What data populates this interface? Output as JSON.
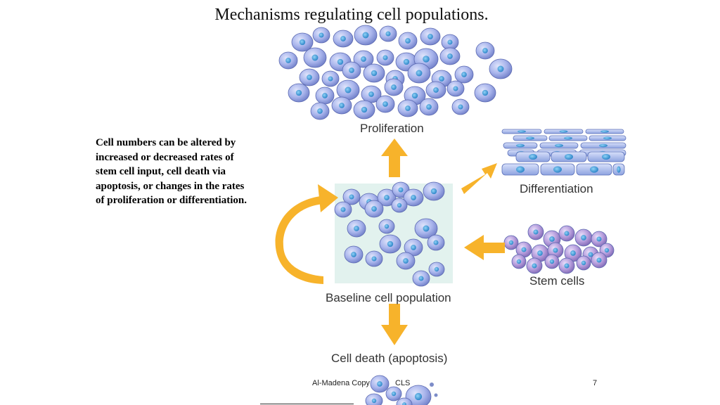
{
  "slide": {
    "title": "Mechanisms regulating cell populations.",
    "body": "Cell numbers can be altered by increased or decreased rates of stem cell input, cell death via apoptosis, or changes in the rates of proliferation or differentiation."
  },
  "diagram": {
    "labels": {
      "proliferation": "Proliferation",
      "differentiation": "Differentiation",
      "stem_cells": "Stem cells",
      "baseline": "Baseline cell population",
      "cell_death": "Cell death (apoptosis)"
    },
    "colors": {
      "arrow": "#f7b32b",
      "cell_fill": "#a8b4ec",
      "cell_nucleus": "#4fa8e0",
      "stem_cell_fill": "#b49ad8",
      "baseline_bg": "#e2f2ee",
      "differentiated_fill": "#98aee8"
    }
  },
  "footer": {
    "source": "Al-Madena Copy",
    "course": "CLS",
    "page": "7"
  }
}
